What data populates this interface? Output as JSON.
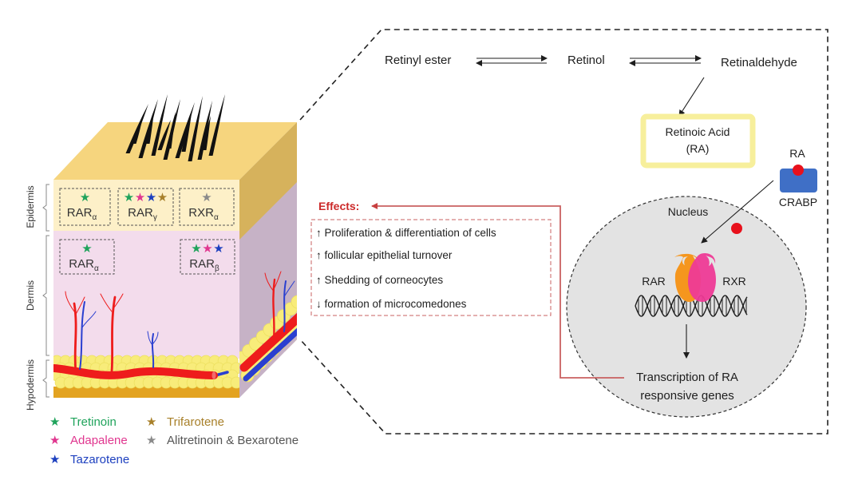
{
  "colors": {
    "hair": "#111111",
    "top_face": "#f6d57e",
    "top_side_face": "#d6b25c",
    "dermis_side_face": "#c6b2c6",
    "epidermis_front": "#fdf0c8",
    "dermis_front": "#f3dcec",
    "fat": "#f8ec7a",
    "hypodermis_base": "#e3a321",
    "artery": "#ee1c1c",
    "vein": "#2a3fd0",
    "effects_red": "#cc2a2a",
    "effects_line": "#c96060",
    "ra_box_border": "#f7ef9c",
    "crabp": "#3f6fc6",
    "ra_dot": "#e8111c",
    "nucleus_fill": "#e3e3e3",
    "rar_orange": "#f5961e",
    "rxr_pink": "#ee3a96"
  },
  "drugs": {
    "tretinoin": {
      "label": "Tretinoin",
      "color": "#1fa35b"
    },
    "adapalene": {
      "label": "Adapalene",
      "color": "#e0368f"
    },
    "tazarotene": {
      "label": "Tazarotene",
      "color": "#1c3fbf"
    },
    "trifarotene": {
      "label": "Trifarotene",
      "color": "#a8802a"
    },
    "alitretinoin_bexarotene": {
      "label": "Alitretinoin & Bexarotene",
      "color": "#8a8a8a"
    }
  },
  "legend": {
    "star_glyph": "★",
    "items": [
      {
        "key": "tretinoin",
        "label": "Tretinoin",
        "color": "#1fa35b"
      },
      {
        "key": "adapalene",
        "label": "Adapalene",
        "color": "#e0368f"
      },
      {
        "key": "tazarotene",
        "label": "Tazarotene",
        "color": "#1c3fbf"
      },
      {
        "key": "trifarotene",
        "label": "Trifarotene",
        "color": "#a8802a"
      },
      {
        "key": "alitretinoin_bexarotene",
        "label": "Alitretinoin & Bexarotene",
        "color": "#8a8a8a"
      }
    ]
  },
  "skin_layers": {
    "epidermis": "Epidermis",
    "dermis": "Dermis",
    "hypodermis": "Hypodermis"
  },
  "receptors": [
    {
      "id": "epi-rar-alpha",
      "layer": "epidermis",
      "base": "RAR",
      "sub": "α",
      "stars": [
        "tretinoin"
      ]
    },
    {
      "id": "epi-rar-gamma",
      "layer": "epidermis",
      "base": "RAR",
      "sub": "γ",
      "stars": [
        "tretinoin",
        "adapalene",
        "tazarotene",
        "trifarotene"
      ]
    },
    {
      "id": "epi-rxr-alpha",
      "layer": "epidermis",
      "base": "RXR",
      "sub": "α",
      "stars": [
        "alitretinoin_bexarotene"
      ]
    },
    {
      "id": "der-rar-alpha",
      "layer": "dermis",
      "base": "RAR",
      "sub": "α",
      "stars": [
        "tretinoin"
      ]
    },
    {
      "id": "der-rar-beta",
      "layer": "dermis",
      "base": "RAR",
      "sub": "β",
      "stars": [
        "tretinoin",
        "adapalene",
        "tazarotene"
      ]
    }
  ],
  "pathway": {
    "retinyl_ester": "Retinyl ester",
    "retinol": "Retinol",
    "retinaldehyde": "Retinaldehyde",
    "retinoic_acid_line1": "Retinoic Acid",
    "retinoic_acid_line2": "(RA)",
    "ra_label": "RA",
    "crabp_label": "CRABP",
    "nucleus_label": "Nucleus",
    "rar_label": "RAR",
    "rxr_label": "RXR",
    "transcription_line1": "Transcription of RA",
    "transcription_line2": "responsive genes"
  },
  "effects": {
    "title": "Effects:",
    "items": [
      {
        "direction": "↑",
        "text": "Proliferation & differentiation of cells"
      },
      {
        "direction": "↑",
        "text": "follicular epithelial turnover"
      },
      {
        "direction": "↑",
        "text": "Shedding of corneocytes"
      },
      {
        "direction": "↓",
        "text": "formation of microcomedones"
      }
    ]
  }
}
